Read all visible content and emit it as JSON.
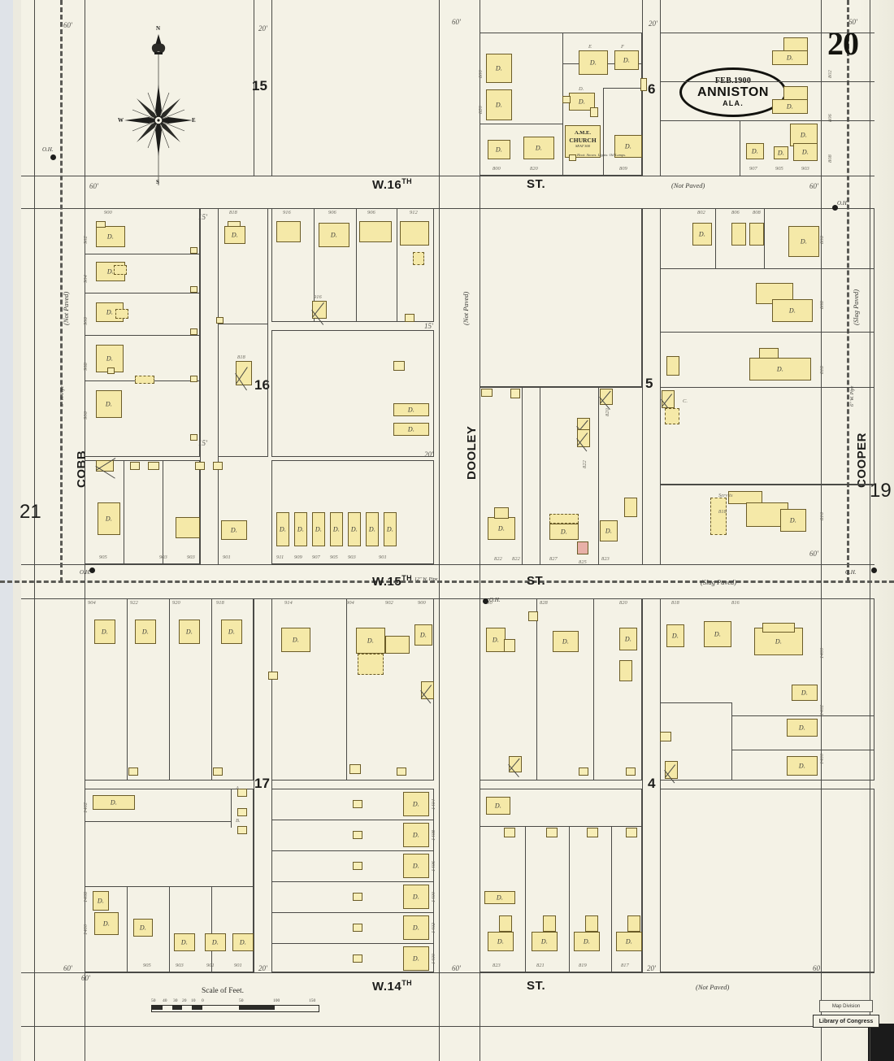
{
  "sheet": {
    "title_line1": "FEB.1900",
    "title_line2": "ANNISTON",
    "title_line3": "ALA.",
    "sheet_number_top_right": "20",
    "sheet_number_left": "21",
    "sheet_number_right": "19",
    "paper_color": "#f4f2e6",
    "building_fill": "#f5e9a8",
    "ink_color": "#4a4a46"
  },
  "compass": {
    "north": "N",
    "south": "S",
    "east": "E",
    "west": "W"
  },
  "scale": {
    "title": "Scale of Feet.",
    "ticks_left": [
      "50",
      "40",
      "30",
      "20",
      "10",
      "0"
    ],
    "ticks_right": [
      "50",
      "100",
      "150"
    ]
  },
  "streets": {
    "horizontal": [
      {
        "name": "W.16",
        "suffix": "TH",
        "type": "ST.",
        "paving": "(Not Paved)"
      },
      {
        "name": "W.15",
        "suffix": "TH",
        "type": "ST.",
        "paving": "(Slag Paved)",
        "pipe": "12\" W. Pipe"
      },
      {
        "name": "W.14",
        "suffix": "TH",
        "type": "ST.",
        "paving": "(Not Paved)"
      }
    ],
    "vertical": [
      {
        "name": "COBB",
        "paving": "(Not Paved)",
        "pipe": "6\" W. Pipe"
      },
      {
        "name": "DOOLEY",
        "paving": "(Not Paved)"
      },
      {
        "name": "COOPER",
        "paving": "(Slag Paved)",
        "pipe": "6\" W. Pipe"
      }
    ],
    "width_60": "60'",
    "width_20": "20'",
    "width_15": "15'"
  },
  "block_numbers": [
    "15",
    "16",
    "17",
    "6",
    "5",
    "4"
  ],
  "building_label": "D.",
  "special_labels": {
    "e": "E",
    "f": "F",
    "c": "C.",
    "a": "A.",
    "b": "B.",
    "serv": "Serv ts"
  },
  "church": {
    "line1": "A.M.E.",
    "line2": "CHURCH",
    "line3": "SEAT 300",
    "note": "Heat: Stoves. Lights: Oil Lamps."
  },
  "hydrant_label": "O.H.",
  "credits": {
    "map_division": "Map Division",
    "library": "Library of Congress"
  },
  "addresses": {
    "w16_north_row": [
      "800",
      "820",
      "809"
    ],
    "cobb_block_16_top": [
      "900",
      "818",
      "916",
      "906",
      "912"
    ],
    "cobb_block_16_left": [
      "902",
      "904",
      "906",
      "908",
      "906"
    ],
    "block15_row": [
      "905",
      "903",
      "901",
      "909",
      "907",
      "905",
      "903"
    ],
    "block16_lower": [
      "911",
      "909",
      "907",
      "905",
      "903",
      "901"
    ],
    "block17_top": [
      "904",
      "922",
      "920",
      "918",
      "914",
      "904",
      "902",
      "900"
    ],
    "block17_right": [
      "1404",
      "1408",
      "1406",
      "1400",
      "1402",
      "1400"
    ],
    "east_block_top": [
      "802",
      "806",
      "808"
    ],
    "east_block_lower": [
      "818",
      "816"
    ],
    "dooley_east": [
      "820",
      "822",
      "827",
      "825",
      "823"
    ],
    "bottom_row": [
      "823",
      "821",
      "819",
      "817"
    ],
    "cooper_row": [
      "907",
      "905",
      "903"
    ],
    "w15_south": [
      "830",
      "828",
      "820"
    ]
  }
}
